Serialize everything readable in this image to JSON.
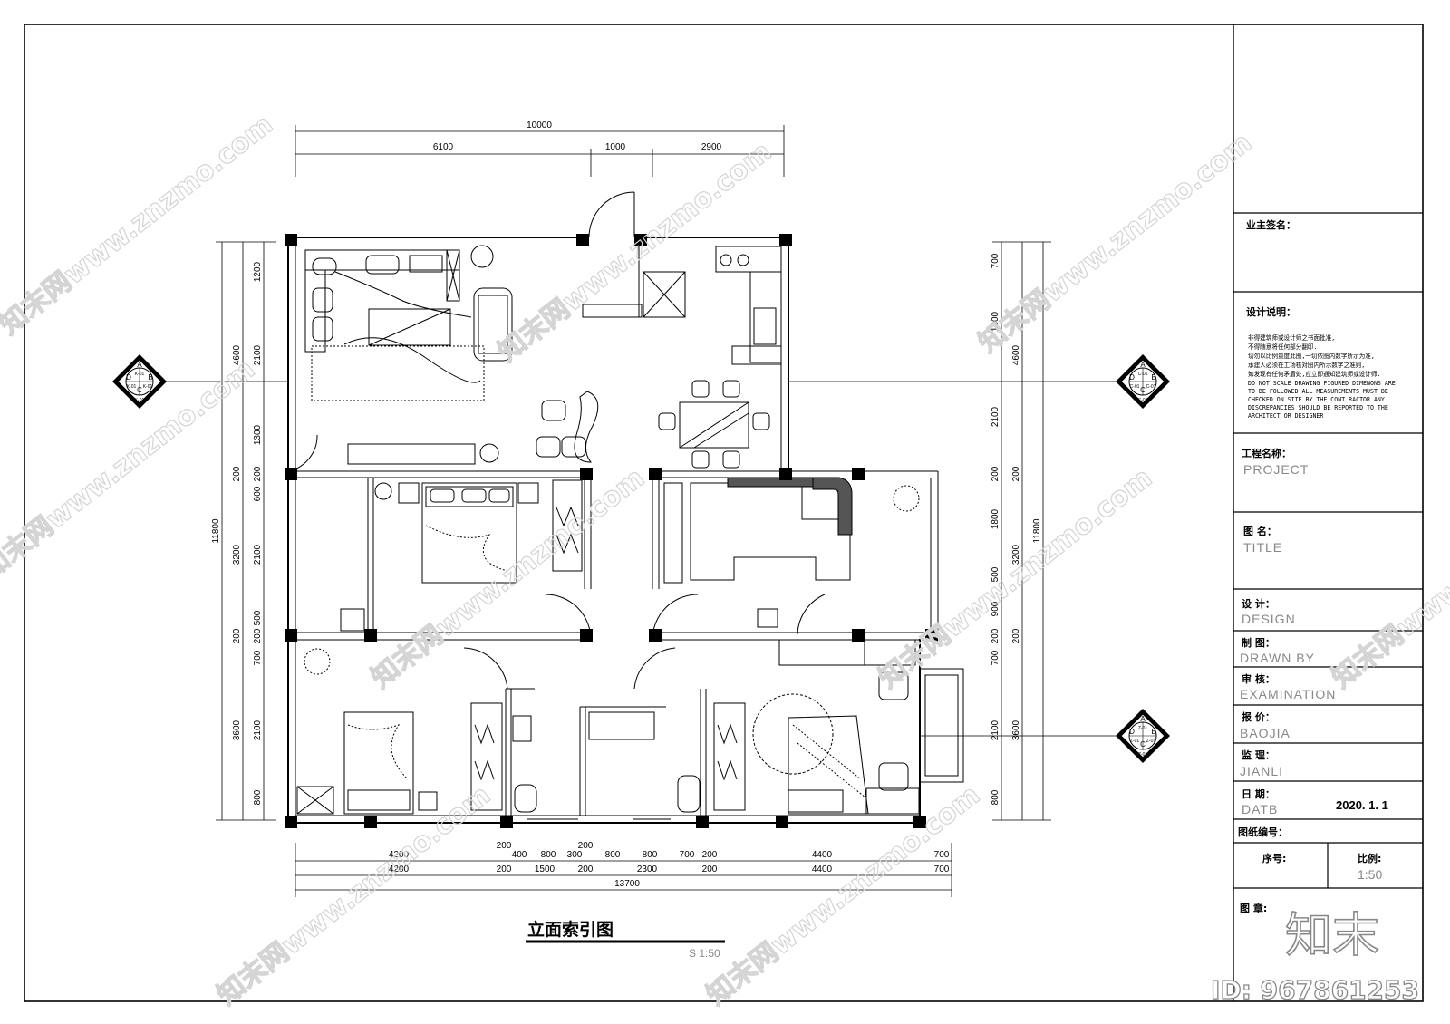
{
  "drawing": {
    "title": "立面索引图",
    "scale": "S 1:50"
  },
  "dimensions": {
    "top_total": "10000",
    "top": [
      "6100",
      "1000",
      "2900"
    ],
    "bottom_row1": [
      "4200",
      "200",
      "400",
      "800",
      "300",
      "200",
      "800",
      "800",
      "700",
      "200",
      "4400",
      "700"
    ],
    "bottom_row2": [
      "4200",
      "200",
      "1500",
      "200",
      "2300",
      "200",
      "4400",
      "700"
    ],
    "bottom_total": "13700",
    "left_total": "11800",
    "left_outer": [
      "4600",
      "200",
      "3200",
      "200",
      "3600"
    ],
    "left_inner": [
      "1200",
      "2100",
      "1300",
      "200",
      "600",
      "2100",
      "500",
      "200",
      "700",
      "2100",
      "800"
    ],
    "right_total": "11800",
    "right_outer": [
      "4600",
      "200",
      "3200",
      "200",
      "3600"
    ],
    "right_inner": [
      "700",
      "1800",
      "2100",
      "200",
      "1800",
      "500",
      "900",
      "200",
      "700",
      "2100",
      "800"
    ]
  },
  "index_symbols": [
    {
      "letters": [
        "A",
        "B",
        "C",
        "D"
      ],
      "codes": [
        "K-01",
        "K-01",
        "K-01",
        "K-01"
      ]
    },
    {
      "letters": [
        "A",
        "B",
        "C",
        "D"
      ],
      "codes": [
        "C-01",
        "C-01",
        "C-01",
        "C-01"
      ]
    },
    {
      "letters": [
        "A",
        "B",
        "C",
        "D"
      ],
      "codes": [
        "Z-01",
        "Z-01",
        "Z-01",
        "Z-01"
      ]
    }
  ],
  "title_block": {
    "owner_sign": "业主签名：",
    "design_notes_label": "设计说明：",
    "notes": [
      "非得建筑师或设计师之书面批准,",
      "不得随意将任何部分翻印.",
      "切勿以比例量度此图,一切依图内数字所示为准,",
      "承建人必须在工场核对图内所示数字之准则,",
      "如发现有任何矛盾处,应立即通知建筑师或设计师.",
      "DO NOT SCALE DRAWING FIGURED DIMENONS ARE",
      "TO BE FOLLOWED ALL MEASUREMENTS MUST BE",
      "CHECKED ON SITE BY THE CONT RACTOR ANY",
      "DISCREPANCIES SHOULD BE REPORTED TO THE",
      "ARCHITECT OR DESIGNER"
    ],
    "project_label": "工程名称：",
    "project_value": "PROJECT",
    "title_label": "图 名：",
    "title_value": "TITLE",
    "design_label": "设 计：",
    "design_value": "DESIGN",
    "drawn_label": "制 图：",
    "drawn_value": "DRAWN BY",
    "exam_label": "审 核：",
    "exam_value": "EXAMINATION",
    "quote_label": "报 价：",
    "quote_value": "BAOJIA",
    "supervise_label": "监 理：",
    "supervise_value": "JIANLI",
    "date_label": "日 期：",
    "date_value": "DATB",
    "date_text": "2020. 1. 1",
    "drawing_no_label": "图纸编号：",
    "serial_label": "序号:",
    "ratio_label": "比例:",
    "ratio_value": "1:50",
    "stamp_label": "图 章:",
    "stamp_mark": "知末",
    "id_text": "ID: 967861253"
  },
  "watermark": "知末网www.znzmo.com",
  "colors": {
    "line": "#000000",
    "fill": "#000000",
    "watermark": "#d4d4d4"
  }
}
